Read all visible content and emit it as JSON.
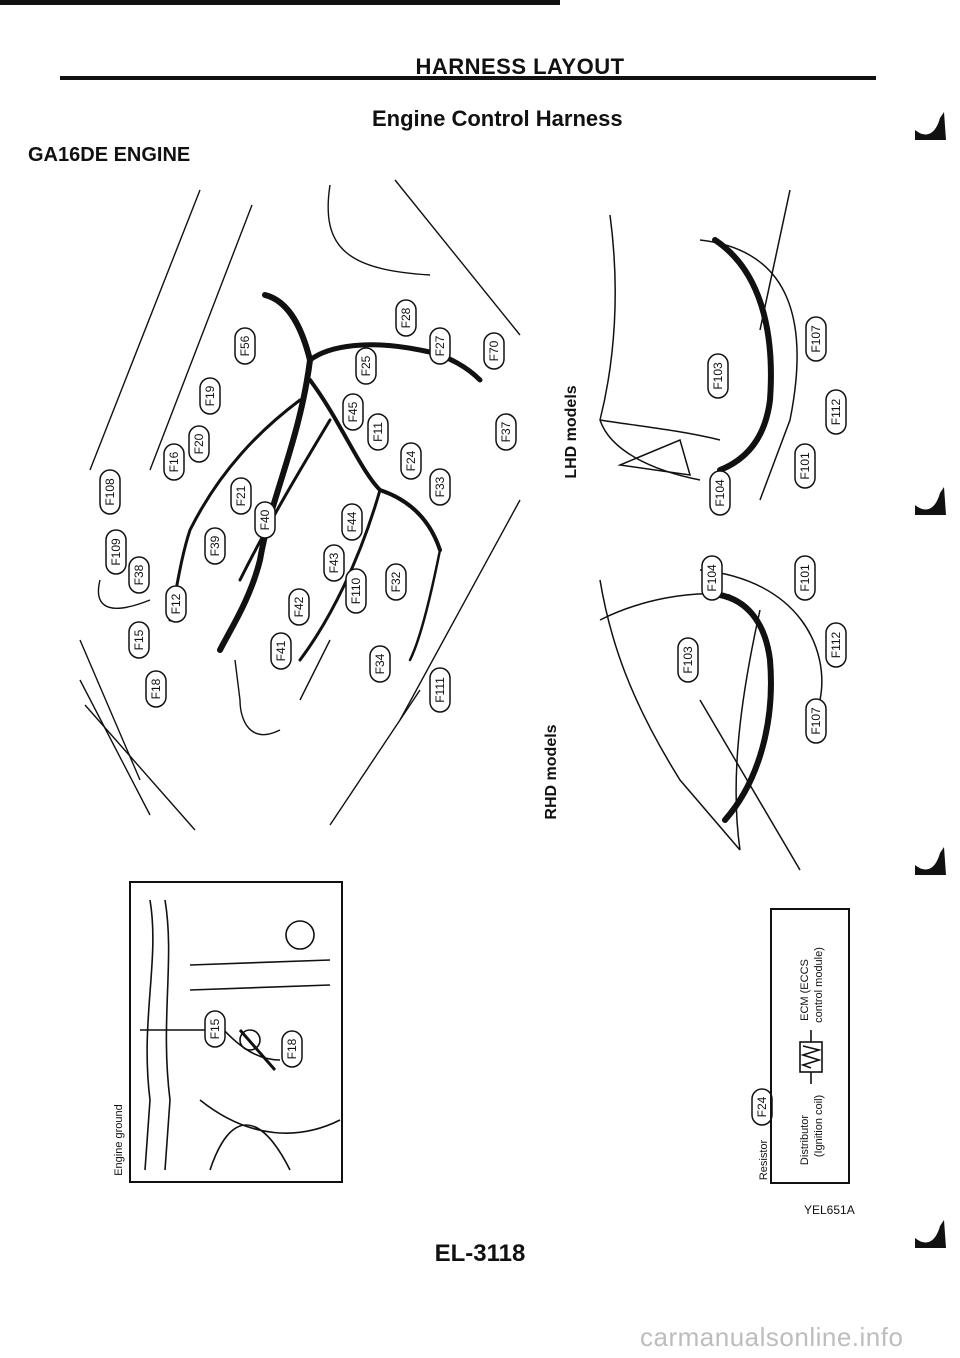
{
  "header": {
    "section_title": "HARNESS LAYOUT",
    "sub_title": "Engine Control Harness",
    "engine_label": "GA16DE ENGINE"
  },
  "main_connectors": [
    {
      "id": "F28"
    },
    {
      "id": "F56"
    },
    {
      "id": "F27"
    },
    {
      "id": "F70"
    },
    {
      "id": "F19"
    },
    {
      "id": "F25"
    },
    {
      "id": "F45"
    },
    {
      "id": "F11"
    },
    {
      "id": "F37"
    },
    {
      "id": "F20"
    },
    {
      "id": "F16"
    },
    {
      "id": "F108"
    },
    {
      "id": "F24"
    },
    {
      "id": "F33"
    },
    {
      "id": "F21"
    },
    {
      "id": "F40"
    },
    {
      "id": "F44"
    },
    {
      "id": "F39"
    },
    {
      "id": "F109"
    },
    {
      "id": "F43"
    },
    {
      "id": "F38"
    },
    {
      "id": "F110"
    },
    {
      "id": "F32"
    },
    {
      "id": "F12"
    },
    {
      "id": "F42"
    },
    {
      "id": "F15"
    },
    {
      "id": "F41"
    },
    {
      "id": "F18"
    },
    {
      "id": "F34"
    },
    {
      "id": "F111"
    }
  ],
  "lhd": {
    "label": "LHD models",
    "connectors": [
      {
        "id": "F107"
      },
      {
        "id": "F103"
      },
      {
        "id": "F112"
      },
      {
        "id": "F104"
      },
      {
        "id": "F101"
      }
    ]
  },
  "rhd": {
    "label": "RHD models",
    "connectors": [
      {
        "id": "F104"
      },
      {
        "id": "F101"
      },
      {
        "id": "F103"
      },
      {
        "id": "F112"
      },
      {
        "id": "F107"
      }
    ]
  },
  "engine_ground": {
    "label": "Engine ground",
    "connectors": [
      {
        "id": "F15"
      },
      {
        "id": "F18"
      }
    ]
  },
  "resistor_legend": {
    "resistor_label": "Resistor",
    "connector": "F24",
    "distributor_label": "Distributor",
    "distributor_sub": "(Ignition coil)",
    "ecm_label": "ECM (ECCS",
    "ecm_sub": "control module)"
  },
  "footer": {
    "page_number": "EL-3118",
    "figure_code": "YEL651A",
    "watermark": "carmanualsonline.info"
  }
}
